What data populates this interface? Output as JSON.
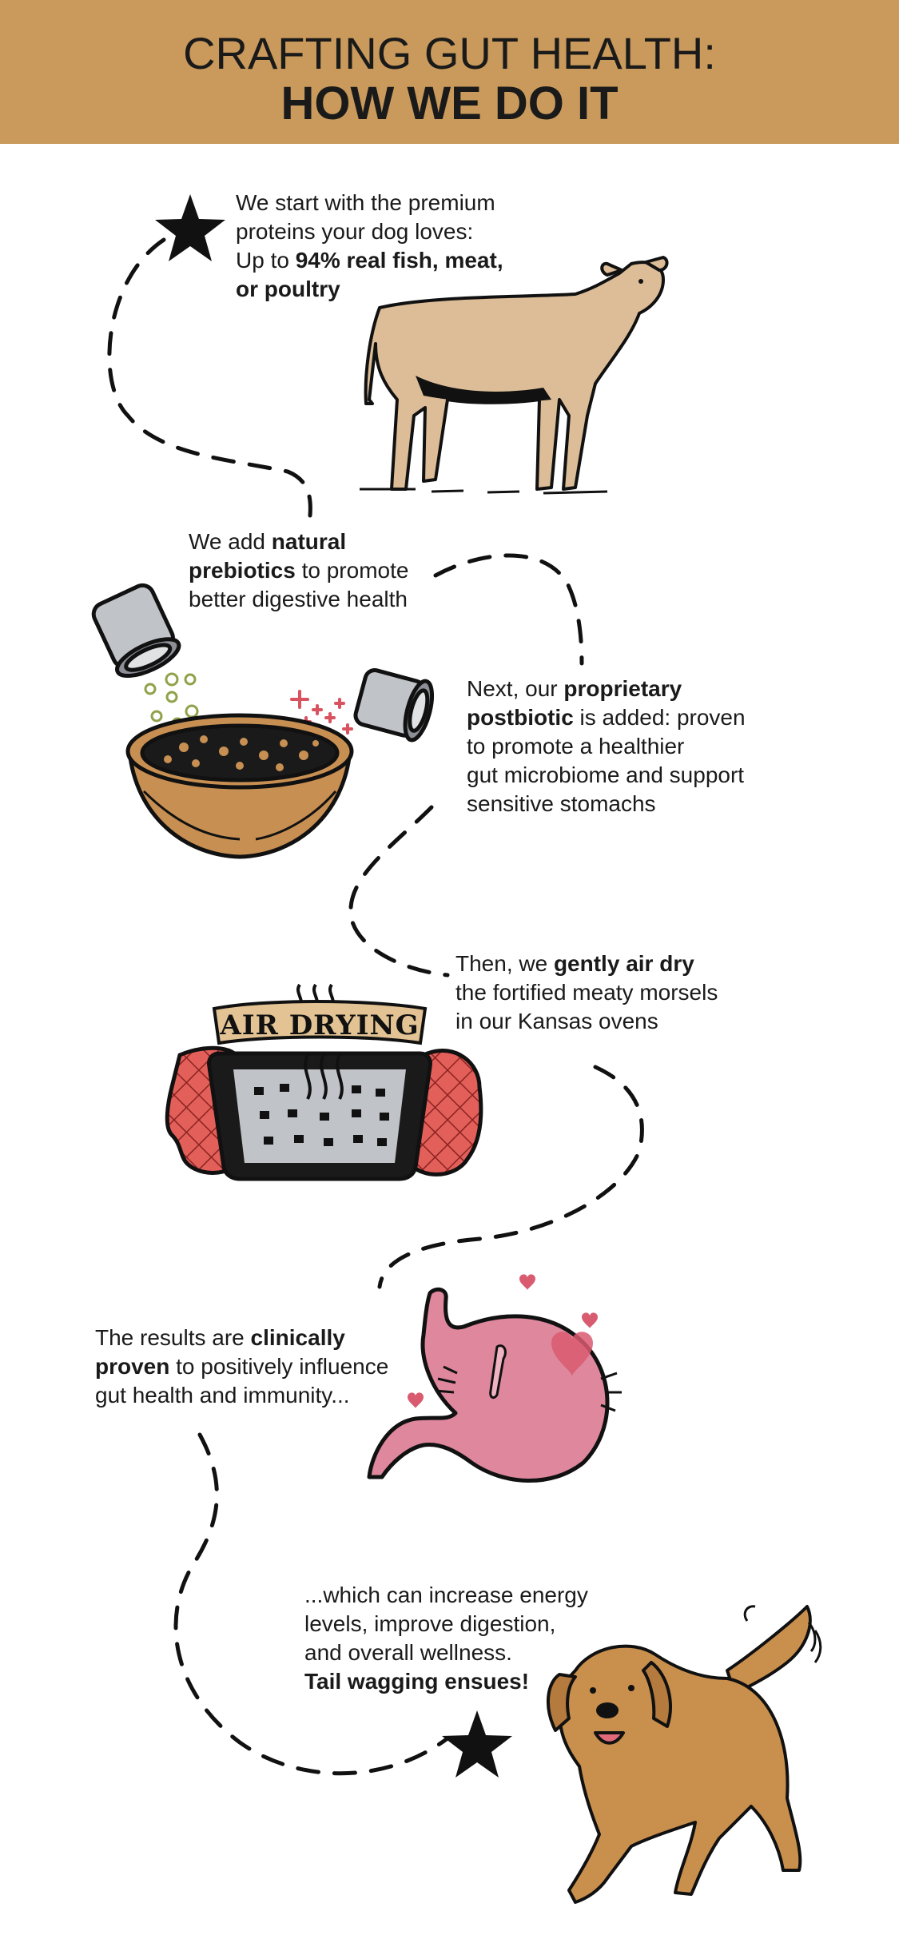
{
  "header": {
    "line1": "CRAFTING GUT HEALTH:",
    "line2": "HOW WE DO IT"
  },
  "steps": [
    {
      "lines": [
        [
          "We start with the premium",
          ""
        ],
        [
          "proteins your dog loves:",
          ""
        ],
        [
          "Up to ",
          "94% real fish, meat,"
        ],
        [
          "",
          "or poultry"
        ]
      ]
    },
    {
      "lines": [
        [
          "We add ",
          "natural"
        ],
        [
          "",
          "prebiotics",
          " to promote"
        ],
        [
          "better digestive health",
          ""
        ]
      ]
    },
    {
      "lines": [
        [
          "Next, our ",
          "proprietary"
        ],
        [
          "",
          "postbiotic",
          " is added: proven"
        ],
        [
          "to promote a healthier",
          ""
        ],
        [
          "gut microbiome and support",
          ""
        ],
        [
          "sensitive stomachs",
          ""
        ]
      ]
    },
    {
      "lines": [
        [
          "Then, we ",
          "gently air dry"
        ],
        [
          "the fortified meaty morsels",
          ""
        ],
        [
          "in our Kansas ovens",
          ""
        ]
      ]
    },
    {
      "lines": [
        [
          "The results are ",
          "clinically"
        ],
        [
          "",
          "proven",
          " to positively influence"
        ],
        [
          "gut health and immunity...",
          ""
        ]
      ]
    },
    {
      "lines": [
        [
          "...which can increase energy",
          ""
        ],
        [
          "levels, improve digestion,",
          ""
        ],
        [
          "and overall wellness.",
          ""
        ],
        [
          "",
          "Tail wagging ensues!"
        ]
      ]
    }
  ],
  "air_drying_label": "AIR DRYING",
  "icons": [
    "star-icon",
    "cow-illustration",
    "jar-icon",
    "bowl-illustration",
    "air-drying-tray-illustration",
    "stomach-illustration",
    "heart-icon",
    "dog-illustration"
  ],
  "colors": {
    "header_bg": "#c99a5b",
    "cow": "#dcbd97",
    "bowl": "#c78f52",
    "mitt": "#e35f5a",
    "stomach": "#de879d",
    "heart": "#d95b70",
    "dog": "#c98f4d",
    "prebiotic": "#8fa24a",
    "postbiotic": "#d9525f"
  }
}
